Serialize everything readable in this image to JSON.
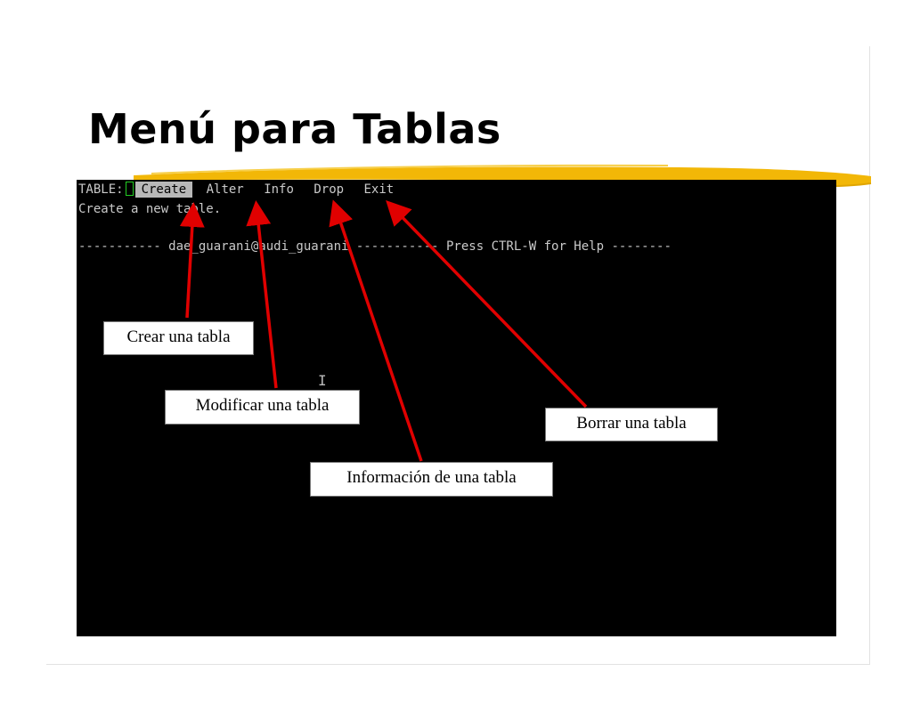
{
  "slide": {
    "title": "Menú para Tablas"
  },
  "terminal": {
    "menu_prefix": "TABLE:",
    "menu_items": [
      "Create",
      "Alter",
      "Info",
      "Drop",
      "Exit"
    ],
    "selected_item": "Create",
    "description": "Create a new table.",
    "status_bar": "----------- dae_guarani@audi_guarani ----------- Press CTRL-W for Help --------"
  },
  "callouts": {
    "create": "Crear una tabla",
    "alter": "Modificar una tabla",
    "info": "Información de una tabla",
    "drop": "Borrar una tabla"
  },
  "colors": {
    "title_underline": "#f2b707",
    "arrow": "#e00000",
    "terminal_bg": "#000000",
    "terminal_text": "#c9c9c9",
    "selection_bg": "#b8b8b8",
    "cursor": "#22cc22"
  }
}
